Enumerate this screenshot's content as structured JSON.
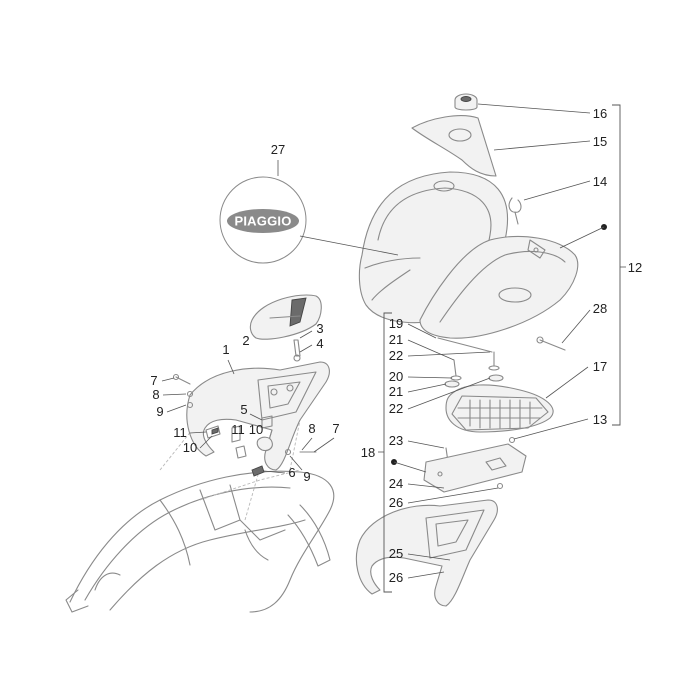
{
  "brand": {
    "logo_text": "PIAGGIO",
    "logo_color": "#8a8a8a"
  },
  "part_numbers": {
    "p1": "1",
    "p2": "2",
    "p3": "3",
    "p4": "4",
    "p5": "5",
    "p6": "6",
    "p7_left": "7",
    "p7_right": "7",
    "p8_left": "8",
    "p8_right": "8",
    "p9_left": "9",
    "p9_right": "9",
    "p10_left": "10",
    "p10_right": "10",
    "p11_left": "11",
    "p11_right": "11",
    "p12": "12",
    "p13": "13",
    "p14": "14",
    "p15": "15",
    "p16": "16",
    "p17": "17",
    "p18": "18",
    "p19": "19",
    "p20": "20",
    "p21_a": "21",
    "p21_b": "21",
    "p22_a": "22",
    "p22_b": "22",
    "p23": "23",
    "p24": "24",
    "p25": "25",
    "p26_a": "26",
    "p26_b": "26",
    "p27": "27",
    "p28": "28"
  },
  "colors": {
    "line": "#8a8a8a",
    "text": "#222222",
    "background": "#ffffff"
  }
}
